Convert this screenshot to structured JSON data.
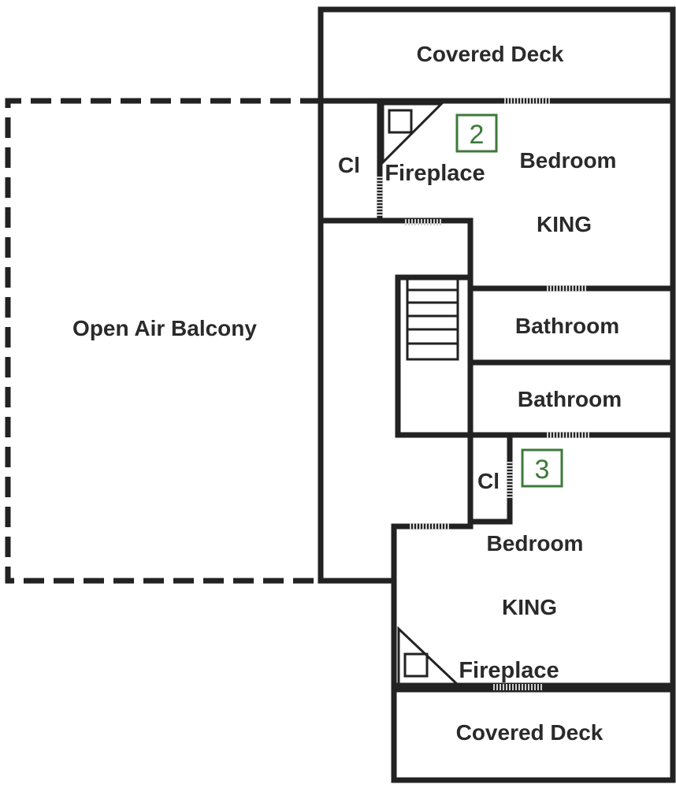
{
  "rooms": {
    "covered_deck_top": "Covered Deck",
    "closet_top": "Cl",
    "fireplace_top": "Fireplace",
    "bedroom_2_label": "Bedroom",
    "bedroom_2_bed": "KING",
    "bedroom_2_number": "2",
    "open_air_balcony": "Open Air Balcony",
    "bathroom_upper": "Bathroom",
    "bathroom_lower": "Bathroom",
    "closet_bottom": "Cl",
    "bedroom_3_number": "3",
    "bedroom_3_label": "Bedroom",
    "bedroom_3_bed": "KING",
    "fireplace_bottom": "Fireplace",
    "covered_deck_bottom": "Covered Deck"
  },
  "colors": {
    "wall": "#222222",
    "room_number": "#3d7a3a",
    "door": "#cfcfcf"
  }
}
